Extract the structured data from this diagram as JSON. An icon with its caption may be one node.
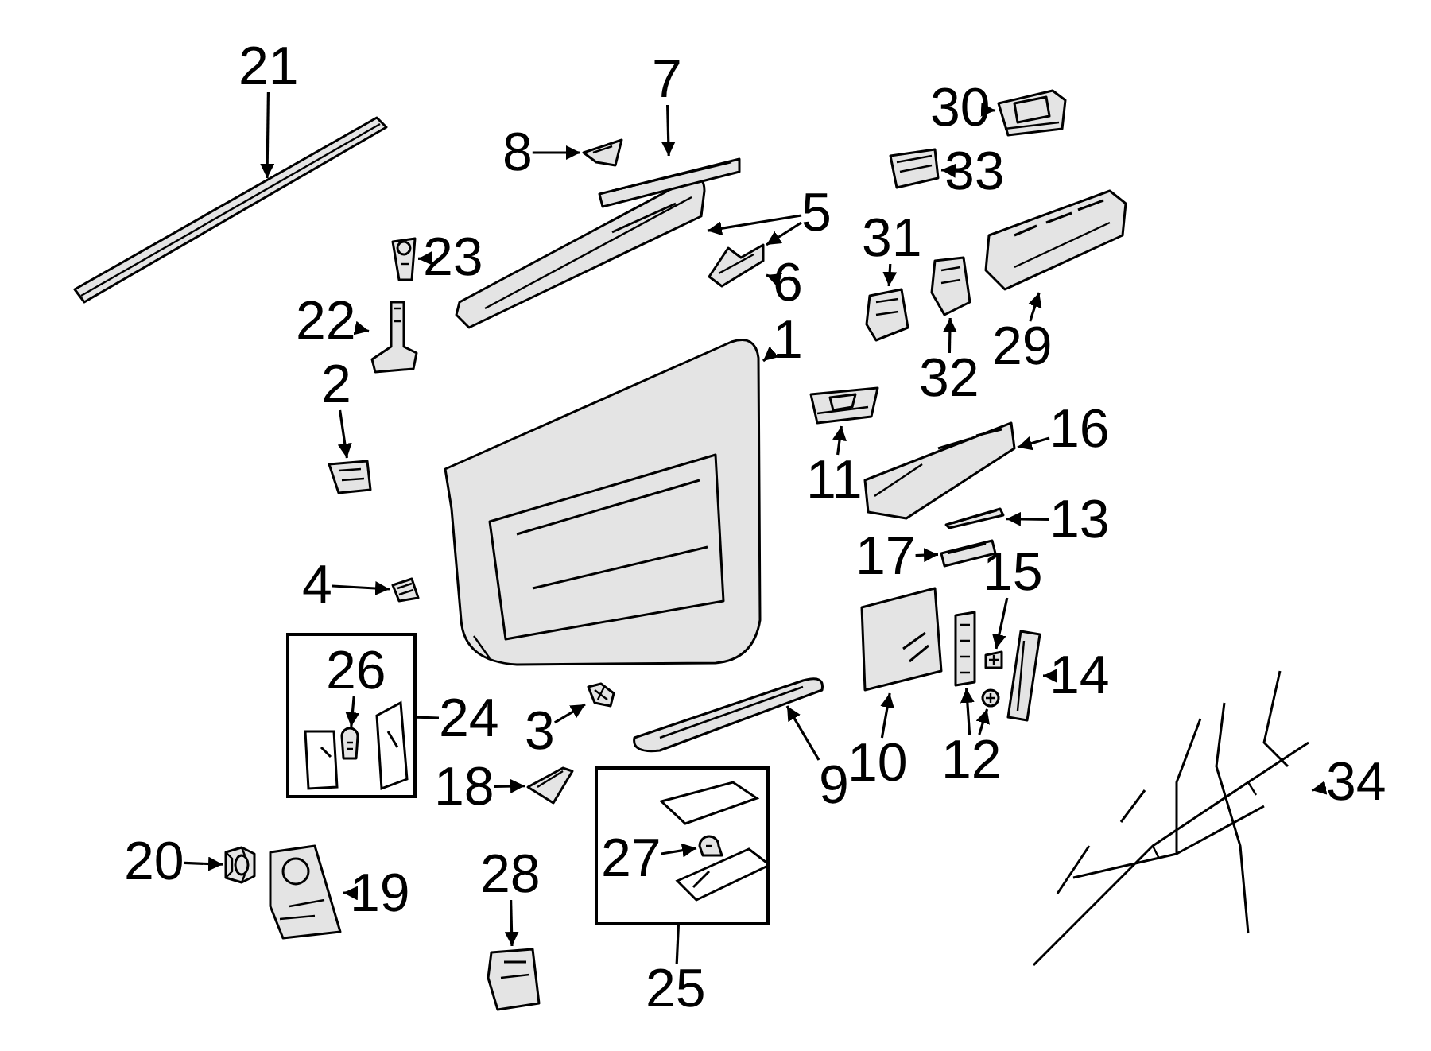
{
  "diagram": {
    "nodes": [
      {
        "text": [
          "1"
        ]
      },
      {
        "text": [],
        "shape": "picture"
      },
      {
        "text": [
          "2"
        ]
      },
      {
        "text": [],
        "shape": "picture"
      },
      {
        "text": [
          "3"
        ]
      },
      {
        "text": [],
        "shape": "picture"
      },
      {
        "text": [
          "4"
        ]
      },
      {
        "text": [],
        "shape": "picture"
      },
      {
        "text": [
          "5"
        ]
      },
      {
        "text": [],
        "shape": "picture"
      },
      {
        "text": [
          "6"
        ]
      },
      {
        "text": [],
        "shape": "picture"
      },
      {
        "text": [
          "7"
        ]
      },
      {
        "text": [],
        "shape": "picture"
      },
      {
        "text": [
          "8"
        ]
      },
      {
        "text": [],
        "shape": "picture"
      },
      {
        "text": [
          "9"
        ]
      },
      {
        "text": [],
        "shape": "picture"
      },
      {
        "text": [
          "10"
        ]
      },
      {
        "text": [],
        "shape": "picture"
      },
      {
        "text": [
          "11"
        ]
      },
      {
        "text": [],
        "shape": "picture"
      },
      {
        "text": [
          "12"
        ]
      },
      {
        "text": [],
        "shape": "picture"
      },
      {
        "text": [],
        "shape": "picture"
      },
      {
        "text": [
          "13"
        ]
      },
      {
        "text": [],
        "shape": "picture"
      },
      {
        "text": [
          "14"
        ]
      },
      {
        "text": [],
        "shape": "picture"
      },
      {
        "text": [
          "15"
        ]
      },
      {
        "text": [],
        "shape": "picture"
      },
      {
        "text": [
          "16"
        ]
      },
      {
        "text": [],
        "shape": "picture"
      },
      {
        "text": [
          "17"
        ]
      },
      {
        "text": [],
        "shape": "picture"
      },
      {
        "text": [
          "18"
        ]
      },
      {
        "text": [],
        "shape": "picture"
      },
      {
        "text": [
          "19"
        ]
      },
      {
        "text": [],
        "shape": "picture"
      },
      {
        "text": [
          "20"
        ]
      },
      {
        "text": [],
        "shape": "picture"
      },
      {
        "text": [
          "21"
        ]
      },
      {
        "text": [],
        "shape": "picture"
      },
      {
        "text": [
          "22"
        ]
      },
      {
        "text": [],
        "shape": "picture"
      },
      {
        "text": [
          "23"
        ]
      },
      {
        "text": [],
        "shape": "picture"
      },
      {
        "text": [
          "24"
        ]
      },
      {
        "text": [],
        "shape": "box"
      },
      {
        "text": [
          "26"
        ],
        "in": 48
      },
      {
        "text": [],
        "shape": "picture",
        "in": 48
      },
      {
        "text": [
          "25"
        ]
      },
      {
        "text": [],
        "shape": "box"
      },
      {
        "text": [
          "27"
        ],
        "in": 52
      },
      {
        "text": [],
        "shape": "picture",
        "in": 52
      },
      {
        "text": [
          "28"
        ]
      },
      {
        "text": [],
        "shape": "picture"
      },
      {
        "text": [
          "29"
        ]
      },
      {
        "text": [],
        "shape": "picture"
      },
      {
        "text": [
          "30"
        ]
      },
      {
        "text": [],
        "shape": "picture"
      },
      {
        "text": [
          "31"
        ]
      },
      {
        "text": [],
        "shape": "picture"
      },
      {
        "text": [
          "32"
        ]
      },
      {
        "text": [],
        "shape": "picture"
      },
      {
        "text": [
          "33"
        ]
      },
      {
        "text": [],
        "shape": "picture"
      },
      {
        "text": [
          "34"
        ]
      },
      {
        "text": [],
        "shape": "picture"
      }
    ],
    "edges": [
      {
        "from": 0,
        "to": 1,
        "arrow": "to"
      },
      {
        "from": 2,
        "to": 3,
        "arrow": "to"
      },
      {
        "from": 4,
        "to": 5,
        "arrow": "to"
      },
      {
        "from": 6,
        "to": 7,
        "arrow": "to"
      },
      {
        "from": 8,
        "to": 9,
        "arrow": "to"
      },
      {
        "from": 8,
        "to": 11,
        "arrow": "to"
      },
      {
        "from": 10,
        "to": 11,
        "arrow": "to"
      },
      {
        "from": 12,
        "to": 13,
        "arrow": "to"
      },
      {
        "from": 14,
        "to": 15,
        "arrow": "to"
      },
      {
        "from": 16,
        "to": 17,
        "arrow": "to"
      },
      {
        "from": 18,
        "to": 19,
        "arrow": "to"
      },
      {
        "from": 20,
        "to": 21,
        "arrow": "to"
      },
      {
        "from": 22,
        "to": 23,
        "arrow": "to"
      },
      {
        "from": 22,
        "to": 24,
        "arrow": "to"
      },
      {
        "from": 25,
        "to": 26,
        "arrow": "to"
      },
      {
        "from": 27,
        "to": 28,
        "arrow": "to"
      },
      {
        "from": 29,
        "to": 30,
        "arrow": "to"
      },
      {
        "from": 31,
        "to": 32,
        "arrow": "to"
      },
      {
        "from": 33,
        "to": 34,
        "arrow": "to"
      },
      {
        "from": 35,
        "to": 36,
        "arrow": "to"
      },
      {
        "from": 37,
        "to": 38,
        "arrow": "to"
      },
      {
        "from": 39,
        "to": 40,
        "arrow": "to"
      },
      {
        "from": 41,
        "to": 42,
        "arrow": "to"
      },
      {
        "from": 43,
        "to": 44,
        "arrow": "to"
      },
      {
        "from": 45,
        "to": 46,
        "arrow": "to"
      },
      {
        "from": 47,
        "to": 48,
        "arrow": "none"
      },
      {
        "from": 49,
        "to": 50,
        "arrow": "to"
      },
      {
        "from": 51,
        "to": 52,
        "arrow": "none"
      },
      {
        "from": 53,
        "to": 54,
        "arrow": "to"
      },
      {
        "from": 55,
        "to": 56,
        "arrow": "to"
      },
      {
        "from": 57,
        "to": 58,
        "arrow": "to"
      },
      {
        "from": 59,
        "to": 60,
        "arrow": "to"
      },
      {
        "from": 61,
        "to": 62,
        "arrow": "to"
      },
      {
        "from": 63,
        "to": 64,
        "arrow": "to"
      },
      {
        "from": 65,
        "to": 66,
        "arrow": "to"
      },
      {
        "from": 67,
        "to": 68,
        "arrow": "to"
      }
    ]
  }
}
